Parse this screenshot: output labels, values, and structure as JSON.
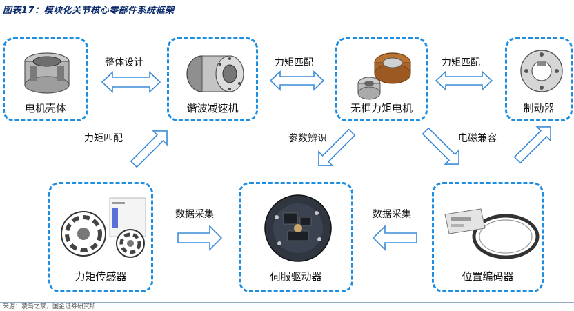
{
  "title": "图表17：模块化关节核心零部件系统框架",
  "source": "来源：凌鸟之家，国金证券研究所",
  "nodes": {
    "motor_housing": "电机壳体",
    "harmonic_reducer": "谐波减速机",
    "frameless_motor": "无框力矩电机",
    "brake": "制动器",
    "torque_sensor": "力矩传感器",
    "servo_driver": "伺服驱动器",
    "position_encoder": "位置编码器"
  },
  "edges": {
    "overall_design": "整体设计",
    "torque_match_1": "力矩匹配",
    "torque_match_2": "力矩匹配",
    "torque_match_3": "力矩匹配",
    "param_identify": "参数辨识",
    "em_compat": "电磁兼容",
    "data_collect_1": "数据采集",
    "data_collect_2": "数据采集"
  },
  "colors": {
    "node_border": "#1e8fe0",
    "arrow_stroke": "#3b8bd8",
    "title_text": "#0b2a6b"
  }
}
